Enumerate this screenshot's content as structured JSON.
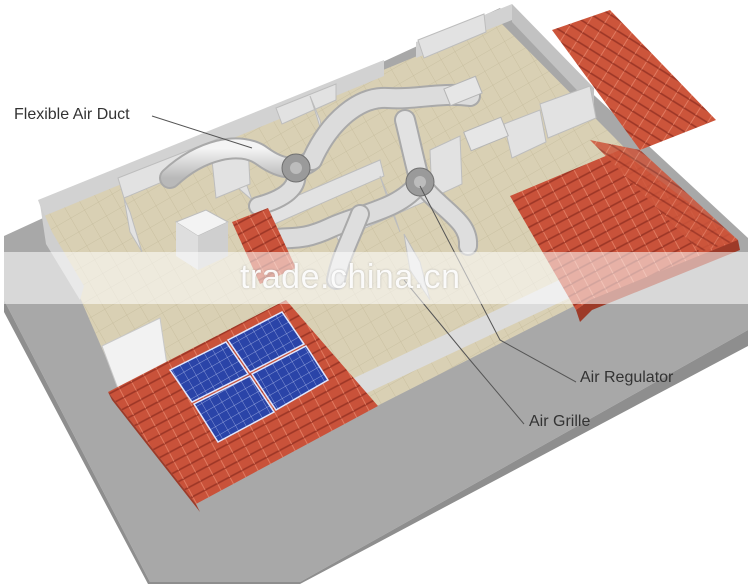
{
  "labels": {
    "flexible_air_duct": "Flexible Air Duct",
    "air_regulator": "Air Regulator",
    "air_grille": "Air Grille"
  },
  "watermark": "trade.china.cn",
  "colors": {
    "roof_tile": "#c9523a",
    "solar_panel": "#2a44a8",
    "duct": "#dcdcdc",
    "floor": "#d9d0b4",
    "wall": "#e4e4e4",
    "ground": "#a9a9a9"
  }
}
